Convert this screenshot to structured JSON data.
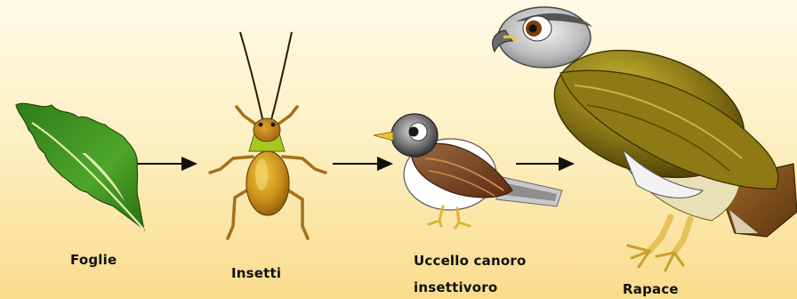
{
  "title": "",
  "nodes": [
    {
      "id": "leaf",
      "label": "Foglie",
      "icon": "leaf-icon"
    },
    {
      "id": "insect",
      "label": "Insetti",
      "icon": "cricket-icon"
    },
    {
      "id": "songbird",
      "label_line1": "Uccello canoro",
      "label_line2": "insettivoro",
      "icon": "songbird-icon"
    },
    {
      "id": "raptor",
      "label": "Rapace",
      "icon": "hawk-icon"
    }
  ],
  "edges": [
    {
      "from": "leaf",
      "to": "insect"
    },
    {
      "from": "insect",
      "to": "songbird"
    },
    {
      "from": "songbird",
      "to": "raptor"
    }
  ],
  "colors": {
    "background_top": "#fffbe6",
    "background_bottom": "#f9dc8c",
    "leaf_green": "#3e8f23",
    "insect_gold": "#c99a1a",
    "bird_brown": "#7a3b1e",
    "hawk_olive": "#7b6f10"
  }
}
